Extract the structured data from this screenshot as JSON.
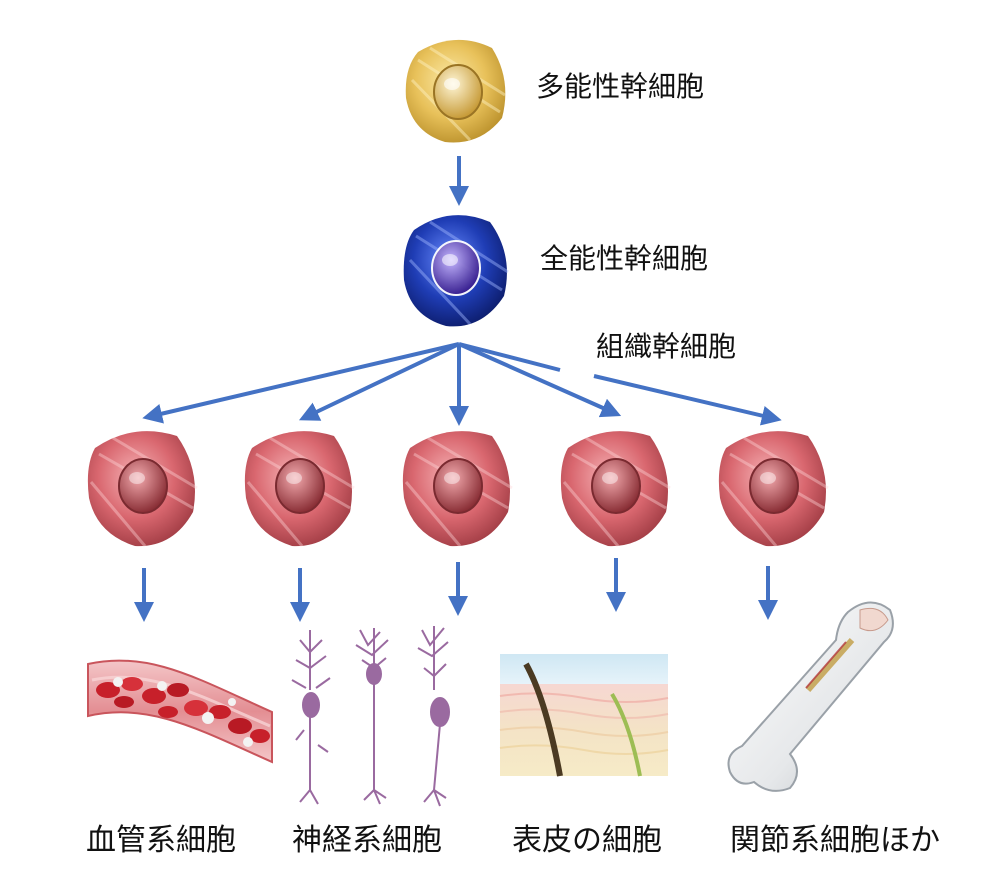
{
  "labels": {
    "pluripotent": "多能性幹細胞",
    "totipotent": "全能性幹細胞",
    "tissue": "組織幹細胞"
  },
  "outputs": [
    {
      "label": "血管系細胞",
      "illustration": "blood-vessel"
    },
    {
      "label": "神経系細胞",
      "illustration": "neurons"
    },
    {
      "label": "表皮の細胞",
      "illustration": "skin-layers"
    },
    {
      "label": "関節系細胞ほか",
      "illustration": "bone"
    }
  ],
  "colors": {
    "arrow": "#4472c4",
    "pluripotent_cell": "#e8c15a",
    "totipotent_cell": "#1f3db5",
    "tissue_cell": "#d9676f",
    "neuron": "#9a6aa0",
    "blood": "#c7202a"
  }
}
